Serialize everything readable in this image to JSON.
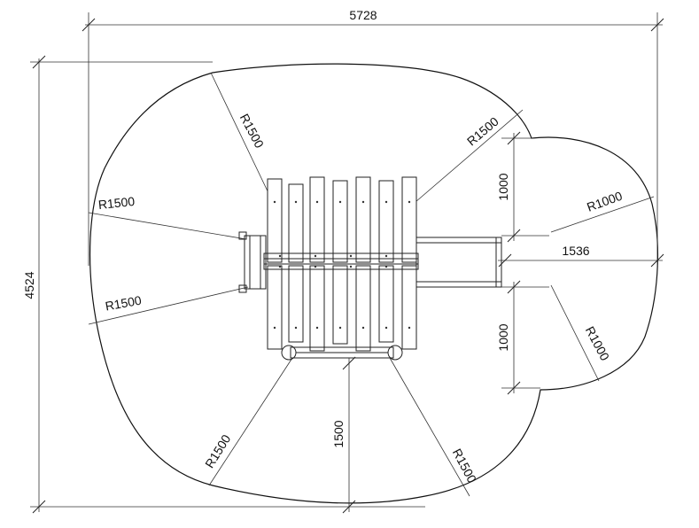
{
  "dimensions": {
    "overall_width": "5728",
    "overall_depth": "4524",
    "side_offset": "1536",
    "upper_side_length": "1000",
    "lower_side_length": "1000",
    "front_offset": "1500"
  },
  "radii": {
    "top_left": "R1500",
    "top_right": "R1500",
    "left_upper": "R1500",
    "left_lower": "R1500",
    "right_upper": "R1000",
    "right_lower": "R1000",
    "bottom_left": "R1500",
    "bottom_right": "R1500"
  },
  "colors": {
    "line": "#222222",
    "background": "#ffffff"
  }
}
